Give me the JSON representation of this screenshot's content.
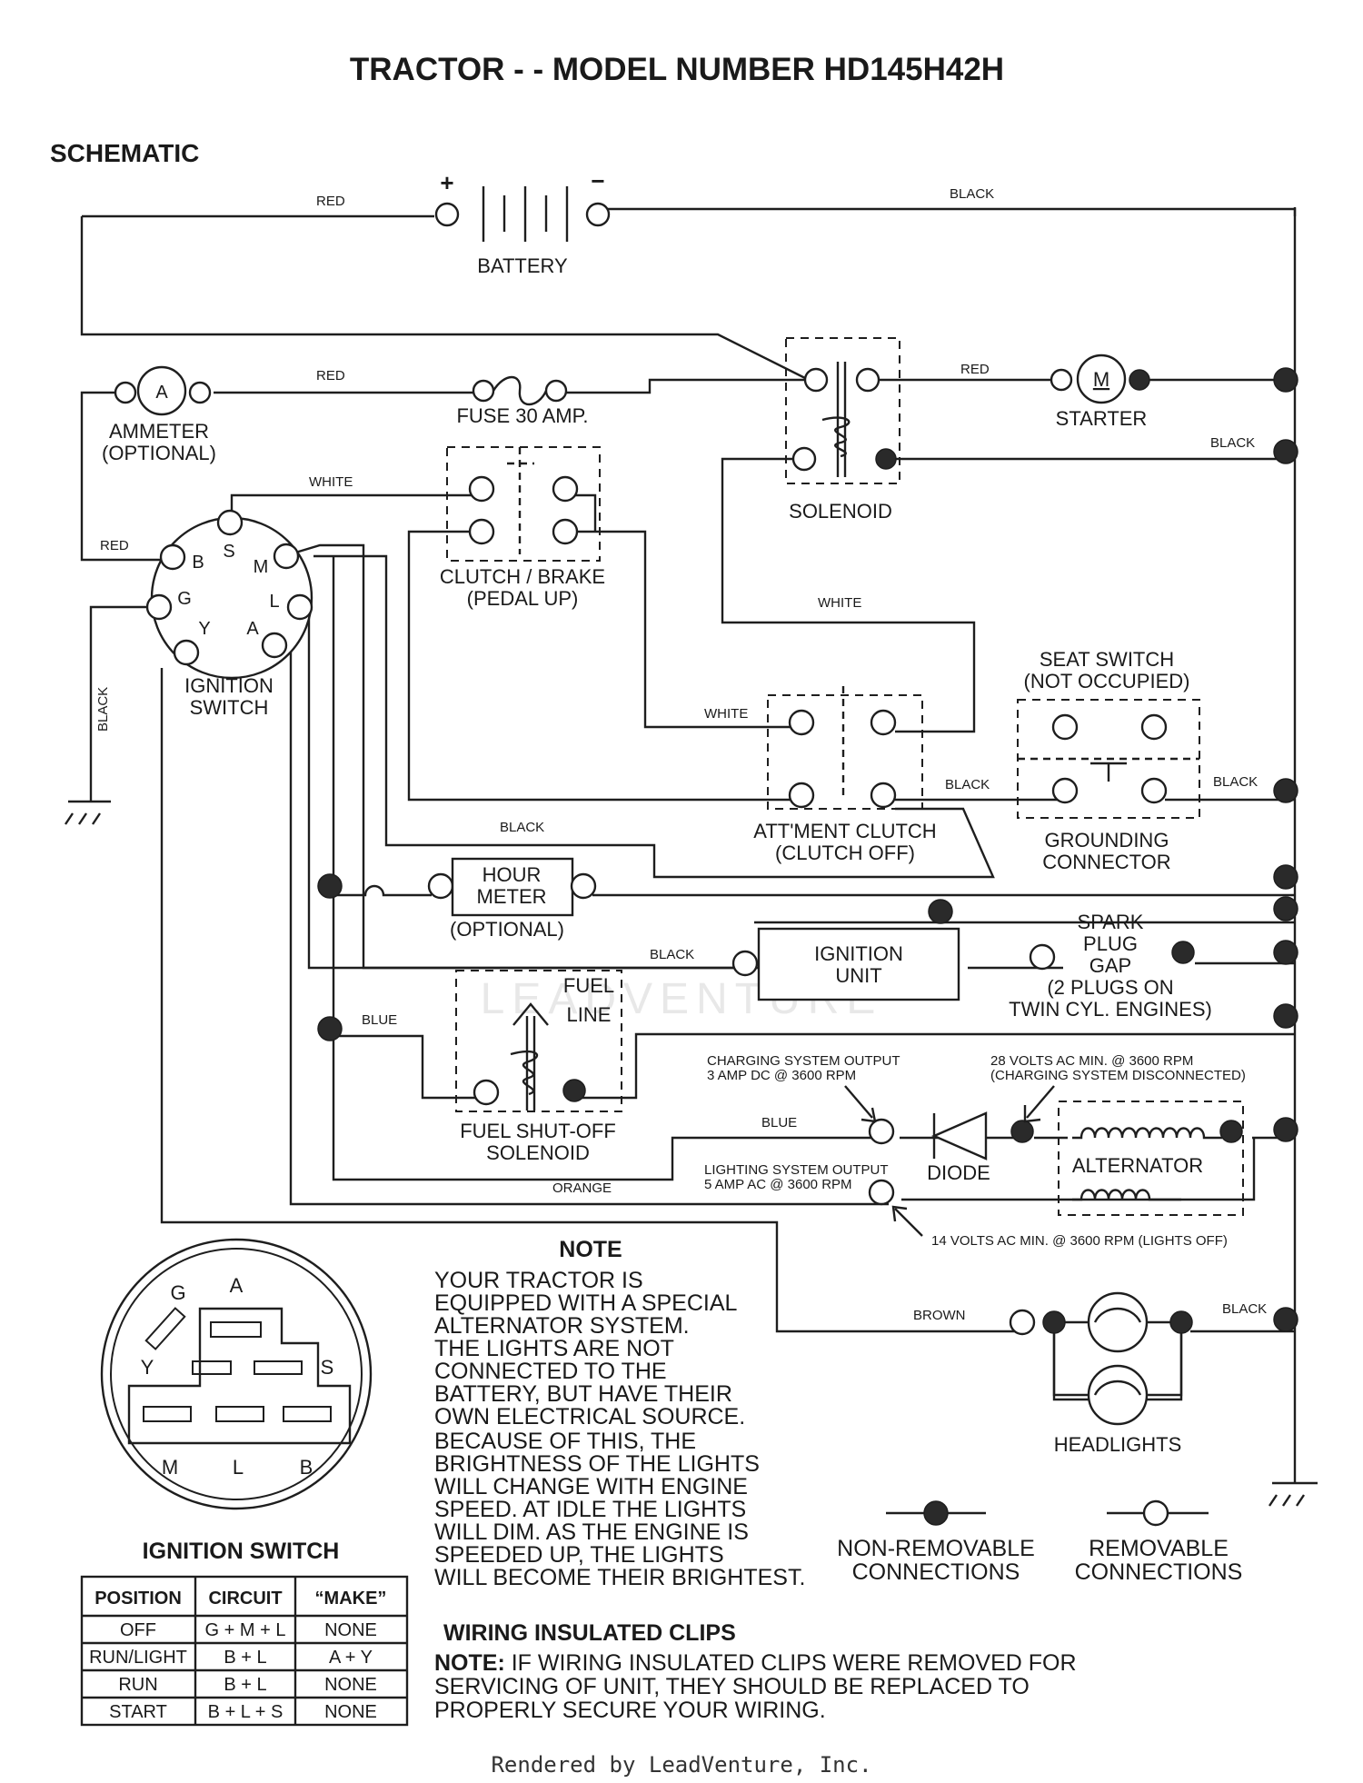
{
  "title": "TRACTOR - - MODEL NUMBER HD145H42H",
  "section_title": "SCHEMATIC",
  "components": {
    "battery": "BATTERY",
    "battery_plus": "+",
    "battery_minus": "−",
    "ammeter_symbol": "A",
    "ammeter_line1": "AMMETER",
    "ammeter_line2": "(OPTIONAL)",
    "fuse": "FUSE 30 AMP.",
    "starter_symbol": "M",
    "starter": "STARTER",
    "solenoid": "SOLENOID",
    "clutch_brake_line1": "CLUTCH / BRAKE",
    "clutch_brake_line2": "(PEDAL UP)",
    "ignition_switch_line1": "IGNITION",
    "ignition_switch_line2": "SWITCH",
    "seat_switch_line1": "SEAT SWITCH",
    "seat_switch_line2": "(NOT OCCUPIED)",
    "attment_clutch_line1": "ATT'MENT CLUTCH",
    "attment_clutch_line2": "(CLUTCH OFF)",
    "grounding_line1": "GROUNDING",
    "grounding_line2": "CONNECTOR",
    "hour_meter_line1": "HOUR",
    "hour_meter_line2": "METER",
    "hour_meter_line3": "(OPTIONAL)",
    "ignition_unit_line1": "IGNITION",
    "ignition_unit_line2": "UNIT",
    "spark_line1": "SPARK",
    "spark_line2": "PLUG",
    "spark_line3": "GAP",
    "spark_line4": "(2 PLUGS ON",
    "spark_line5": "TWIN CYL. ENGINES)",
    "fuel_line1": "FUEL",
    "fuel_line2": "LINE",
    "fuel_solenoid_line1": "FUEL SHUT-OFF",
    "fuel_solenoid_line2": "SOLENOID",
    "charging_line1": "CHARGING SYSTEM OUTPUT",
    "charging_line2": "3 AMP DC @ 3600 RPM",
    "volts28_line1": "28 VOLTS AC MIN. @ 3600 RPM",
    "volts28_line2": "(CHARGING SYSTEM DISCONNECTED)",
    "diode": "DIODE",
    "alternator": "ALTERNATOR",
    "lighting_line1": "LIGHTING SYSTEM OUTPUT",
    "lighting_line2": "5 AMP AC @ 3600 RPM",
    "volts14": "14 VOLTS AC MIN. @ 3600 RPM (LIGHTS OFF)",
    "headlights": "HEADLIGHTS"
  },
  "switch_terminals": {
    "B": "B",
    "S": "S",
    "M": "M",
    "G": "G",
    "L": "L",
    "Y": "Y",
    "A": "A"
  },
  "wires": {
    "red": "RED",
    "black": "BLACK",
    "white": "WHITE",
    "blue": "BLUE",
    "orange": "ORANGE",
    "brown": "BROWN"
  },
  "switch_face": {
    "G": "G",
    "A": "A",
    "Y": "Y",
    "S": "S",
    "M": "M",
    "L": "L",
    "B": "B"
  },
  "note": {
    "heading": "NOTE",
    "lines": [
      "YOUR TRACTOR IS",
      "EQUIPPED WITH A SPECIAL",
      "ALTERNATOR SYSTEM.",
      "THE LIGHTS ARE NOT",
      "CONNECTED TO THE",
      "BATTERY, BUT HAVE THEIR",
      "OWN ELECTRICAL SOURCE.",
      "BECAUSE OF THIS, THE",
      "BRIGHTNESS OF THE LIGHTS",
      "WILL CHANGE WITH ENGINE",
      "SPEED.  AT IDLE THE LIGHTS",
      "WILL DIM.  AS THE ENGINE IS",
      "SPEEDED UP, THE LIGHTS",
      "WILL BECOME THEIR BRIGHTEST."
    ]
  },
  "legend": {
    "nonremovable_line1": "NON-REMOVABLE",
    "nonremovable_line2": "CONNECTIONS",
    "removable_line1": "REMOVABLE",
    "removable_line2": "CONNECTIONS"
  },
  "ignition_table": {
    "title": "IGNITION SWITCH",
    "headers": [
      "POSITION",
      "CIRCUIT",
      "“MAKE”"
    ],
    "rows": [
      [
        "OFF",
        "G + M + L",
        "NONE"
      ],
      [
        "RUN/LIGHT",
        "B + L",
        "A + Y"
      ],
      [
        "RUN",
        "B + L",
        "NONE"
      ],
      [
        "START",
        "B + L + S",
        "NONE"
      ]
    ]
  },
  "clips": {
    "heading": "WIRING INSULATED CLIPS",
    "note_prefix": "NOTE:",
    "line1": " IF WIRING INSULATED CLIPS WERE REMOVED FOR",
    "line2": "SERVICING OF UNIT, THEY SHOULD BE REPLACED TO",
    "line3": "PROPERLY SECURE YOUR WIRING."
  },
  "watermark": "LEADVENTURE",
  "footer": "Rendered by LeadVenture, Inc."
}
